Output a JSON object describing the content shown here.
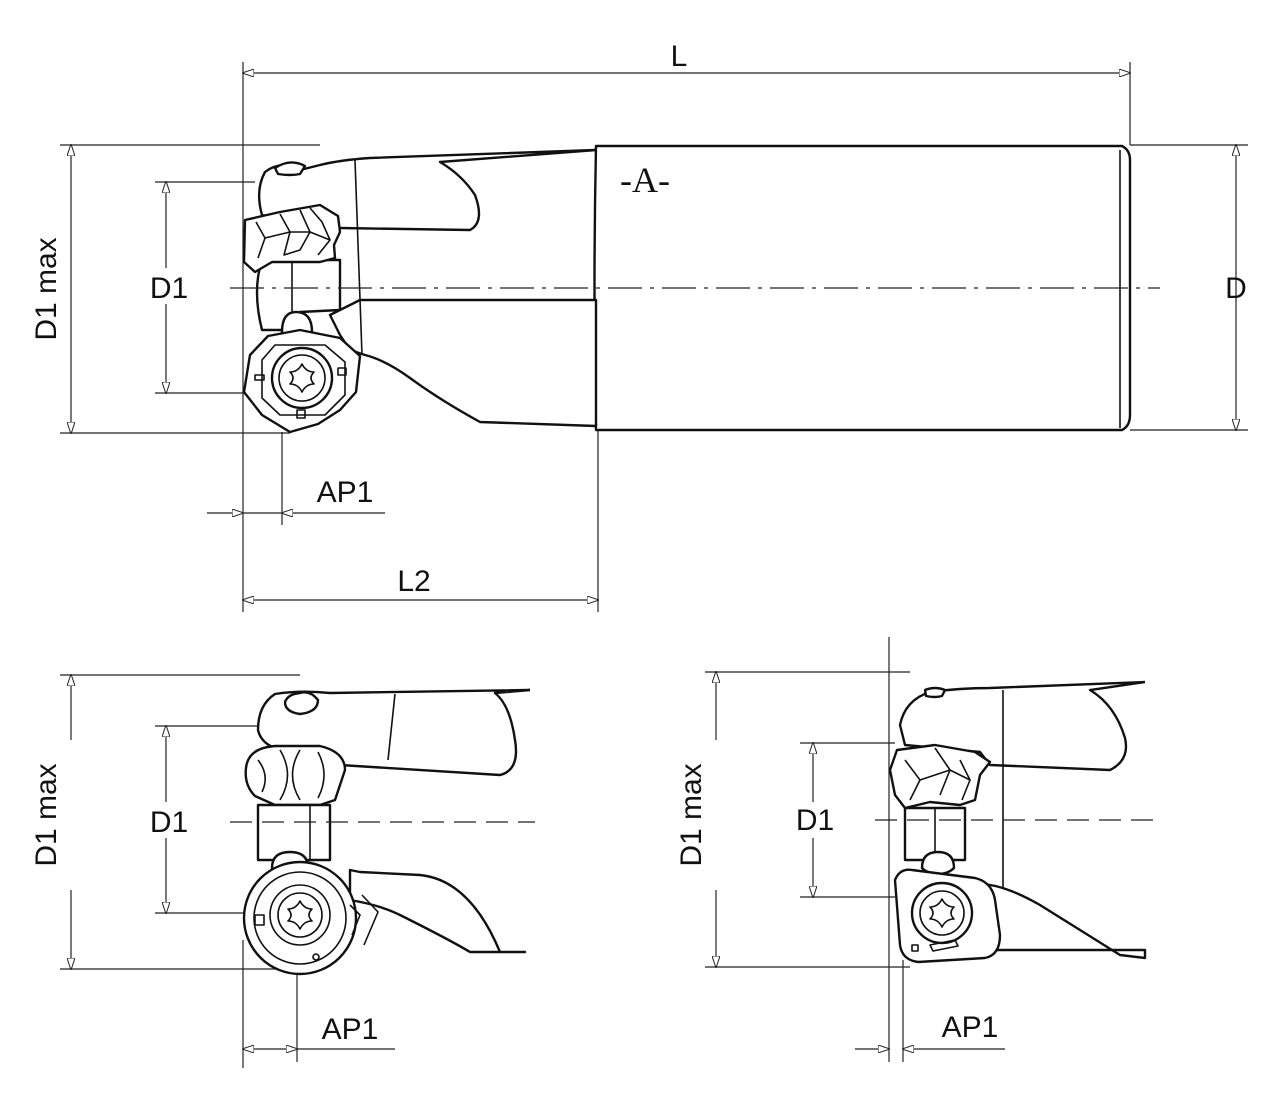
{
  "labels": {
    "overall_length": "L",
    "shank_diameter": "D",
    "cutting_diameter": "D1",
    "cutting_diameter_max": "D1 max",
    "depth_of_cut": "AP1",
    "body_length": "L2",
    "shank_marking": "-A-"
  },
  "views": [
    {
      "name": "main-side-view",
      "labels": [
        "L",
        "D",
        "D1",
        "D1 max",
        "AP1",
        "L2",
        "-A-"
      ]
    },
    {
      "name": "round-insert-detail",
      "labels": [
        "D1",
        "D1 max",
        "AP1"
      ]
    },
    {
      "name": "square-insert-detail",
      "labels": [
        "D1",
        "D1 max",
        "AP1"
      ]
    }
  ],
  "colors": {
    "line": "#111111",
    "background": "#ffffff"
  }
}
